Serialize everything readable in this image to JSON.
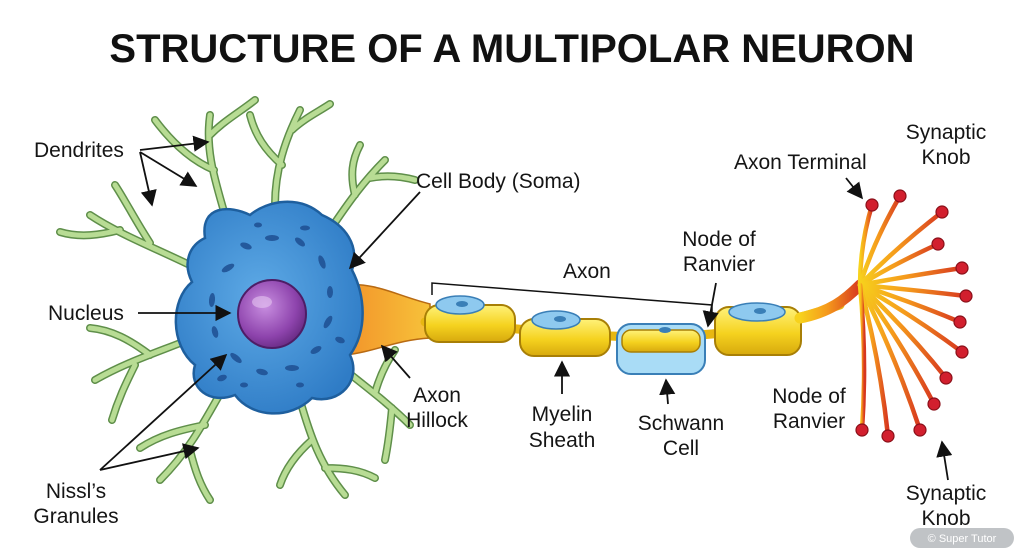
{
  "title": "STRUCTURE OF A MULTIPOLAR NEURON",
  "labels": {
    "dendrites": "Dendrites",
    "nucleus": "Nucleus",
    "nissl_line1": "Nissl’s",
    "nissl_line2": "Granules",
    "cell_body": "Cell Body (Soma)",
    "axon": "Axon",
    "axon_hillock_line1": "Axon",
    "axon_hillock_line2": "Hillock",
    "myelin_line1": "Myelin",
    "myelin_line2": "Sheath",
    "schwann_line1": "Schwann",
    "schwann_line2": "Cell",
    "node_top_line1": "Node of",
    "node_top_line2": "Ranvier",
    "node_bottom_line1": "Node of",
    "node_bottom_line2": "Ranvier",
    "axon_terminal": "Axon Terminal",
    "synaptic_top_line1": "Synaptic",
    "synaptic_top_line2": "Knob",
    "synaptic_bottom_line1": "Synaptic",
    "synaptic_bottom_line2": "Knob"
  },
  "watermark": "© Super Tutor",
  "colors": {
    "soma": "#3f8fd6",
    "nucleus": "#8e44ad",
    "myelin": "#f5d21f",
    "dendrite": "#a9d47f",
    "terminal": "#e04a1e",
    "knob": "#d21f2e"
  }
}
